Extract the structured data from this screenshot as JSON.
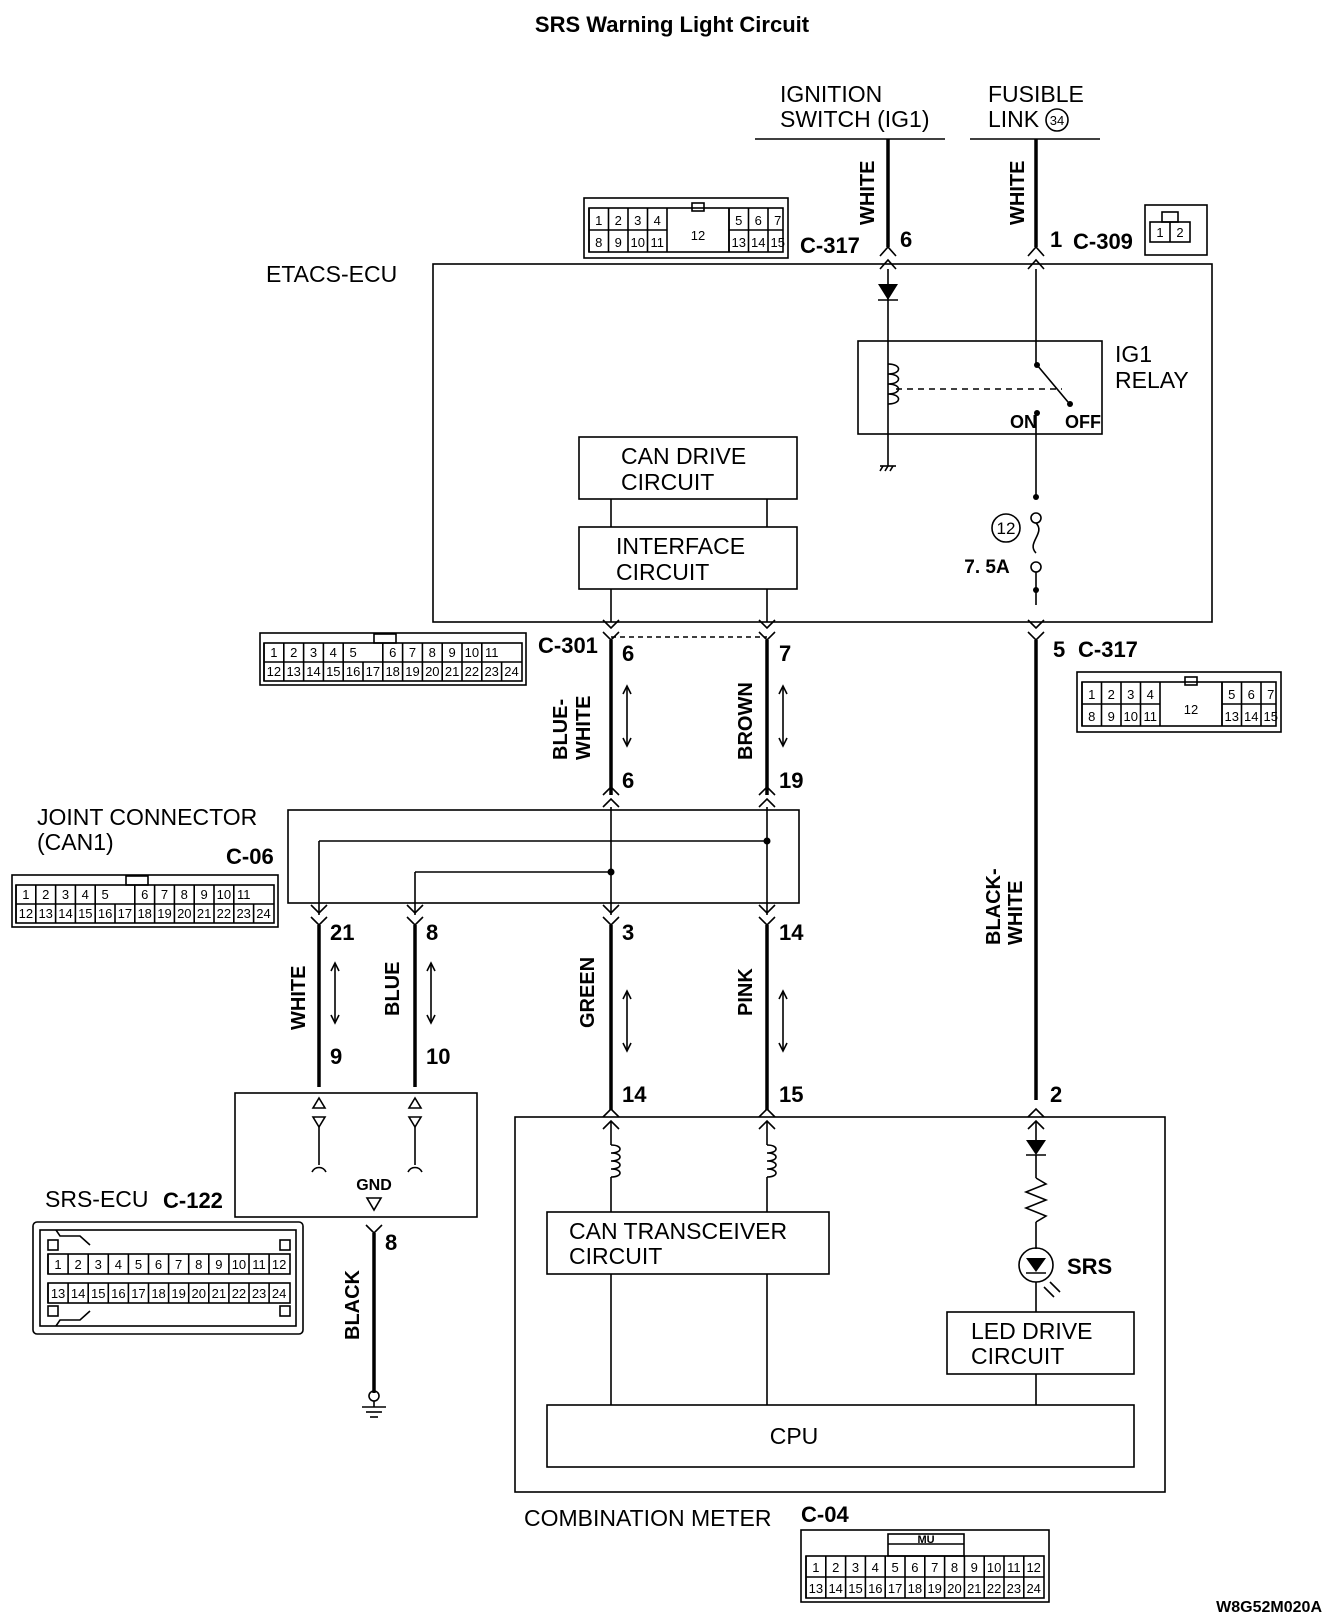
{
  "title": "SRS Warning Light Circuit",
  "diagram_code": "W8G52M020A",
  "sources": {
    "ignition": [
      "IGNITION",
      "SWITCH (IG1)"
    ],
    "fusible": [
      "FUSIBLE",
      "LINK"
    ],
    "fusible_num": "34"
  },
  "components": {
    "etacs": "ETACS-ECU",
    "can_drive": [
      "CAN DRIVE",
      "CIRCUIT"
    ],
    "interface": [
      "INTERFACE",
      "CIRCUIT"
    ],
    "relay": [
      "IG1",
      "RELAY"
    ],
    "relay_on": "ON",
    "relay_off": "OFF",
    "fuse_num": "12",
    "fuse_rating": "7. 5A",
    "joint": [
      "JOINT CONNECTOR",
      "(CAN1)"
    ],
    "srs_ecu": "SRS-ECU",
    "gnd": "GND",
    "meter": "COMBINATION METER",
    "can_transceiver": [
      "CAN TRANSCEIVER",
      "CIRCUIT"
    ],
    "led_drive": [
      "LED DRIVE",
      "CIRCUIT"
    ],
    "cpu": "CPU",
    "srs_lamp": "SRS"
  },
  "connectors": {
    "c317": "C-317",
    "c309": "C-309",
    "c301": "C-301",
    "c06": "C-06",
    "c122": "C-122",
    "c04": "C-04"
  },
  "wires": {
    "ign": "WHITE",
    "fus": "WHITE",
    "can_hi_upper": [
      "BLUE-",
      "WHITE"
    ],
    "can_lo_upper": "BROWN",
    "srs_power": [
      "BLACK-",
      "WHITE"
    ],
    "srs_hi": "WHITE",
    "srs_lo": "BLUE",
    "meter_hi": "GREEN",
    "meter_lo": "PINK",
    "gnd": "BLACK"
  },
  "pins": {
    "ign_c317": "6",
    "fus_c309": "1",
    "c301_hi": "6",
    "c301_lo": "7",
    "c317_out": "5",
    "j_hi_in": "6",
    "j_lo_in": "19",
    "j_srs_hi": "21",
    "j_srs_lo": "8",
    "j_meter_hi": "3",
    "j_meter_lo": "14",
    "srs_hi": "9",
    "srs_lo": "10",
    "meter_hi": "14",
    "meter_lo": "15",
    "meter_pwr": "2",
    "srs_gnd": "8"
  },
  "pinouts": {
    "c317_top": [
      "1",
      "2",
      "3",
      "4",
      "5",
      "6",
      "7"
    ],
    "c317_bottom": [
      "8",
      "9",
      "10",
      "11",
      "13",
      "14",
      "15"
    ],
    "c317_center": "12",
    "c309": [
      "1",
      "2"
    ],
    "c24_top": [
      "1",
      "2",
      "3",
      "4",
      "5",
      "6",
      "7",
      "8",
      "9",
      "10",
      "11"
    ],
    "c24_bottom": [
      "12",
      "13",
      "14",
      "15",
      "16",
      "17",
      "18",
      "19",
      "20",
      "21",
      "22",
      "23",
      "24"
    ],
    "c122_top": [
      "1",
      "2",
      "3",
      "4",
      "5",
      "6",
      "7",
      "8",
      "9",
      "10",
      "11",
      "12"
    ],
    "c122_bottom": [
      "13",
      "14",
      "15",
      "16",
      "17",
      "18",
      "19",
      "20",
      "21",
      "22",
      "23",
      "24"
    ],
    "c04_mark": "MU",
    "c04_top": [
      "1",
      "2",
      "3",
      "4",
      "5",
      "6",
      "7",
      "8",
      "9",
      "10",
      "11",
      "12"
    ],
    "c04_bottom": [
      "13",
      "14",
      "15",
      "16",
      "17",
      "18",
      "19",
      "20",
      "21",
      "22",
      "23",
      "24"
    ]
  }
}
